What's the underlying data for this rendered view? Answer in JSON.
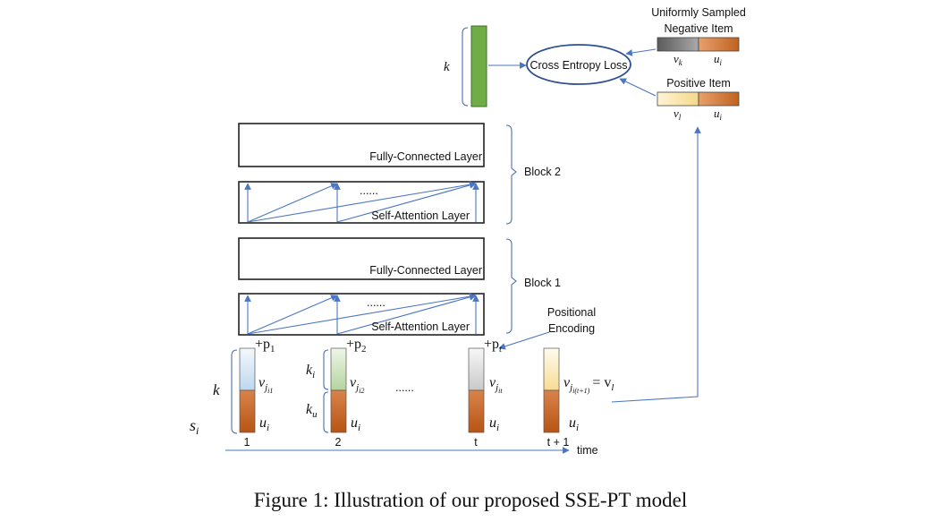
{
  "colors": {
    "arrow": "#4a76c2",
    "green_vector": "#70ad47",
    "user_embedding": "#c55a11",
    "item_blue": "#bdd7ee",
    "item_green": "#c5e0b4",
    "item_gray": "#d9d9d9",
    "item_yellow": "#fff2cc",
    "negative_item": "#7f7f7f"
  },
  "top": {
    "k_label": "k",
    "loss_label": "Cross Entropy Loss",
    "negative": {
      "title_line1": "Uniformly Sampled",
      "title_line2": "Negative Item",
      "v_label": "v",
      "v_sub": "k",
      "u_label": "u",
      "u_sub": "i"
    },
    "positive": {
      "title": "Positive Item",
      "v_label": "v",
      "v_sub": "l",
      "u_label": "u",
      "u_sub": "i"
    }
  },
  "blocks": {
    "block2_label": "Block 2",
    "block1_label": "Block 1",
    "fc_label": "Fully-Connected Layer",
    "sa_label": "Self-Attention Layer",
    "dots": "......"
  },
  "positional": {
    "line1": "Positional",
    "line2": "Encoding",
    "p1": "+p",
    "p1_sub": "1",
    "p2": "+p",
    "p2_sub": "2",
    "pt": "+p",
    "pt_sub": "t"
  },
  "sequence": {
    "s_label": "s",
    "s_sub": "i",
    "k_label": "k",
    "ki_label": "k",
    "ki_sub": "i",
    "ku_label": "k",
    "ku_sub": "u",
    "col1": {
      "v": "v",
      "v_sub": "j",
      "v_subsub": "i1",
      "u": "u",
      "u_sub": "i",
      "time": "1"
    },
    "col2": {
      "v": "v",
      "v_sub": "j",
      "v_subsub": "i2",
      "u": "u",
      "u_sub": "i",
      "time": "2"
    },
    "dots": "......",
    "col3": {
      "v": "v",
      "v_sub": "j",
      "v_subsub": "it",
      "u": "u",
      "u_sub": "i",
      "time": "t"
    },
    "col4": {
      "v": "v",
      "v_sub": "j",
      "v_subsub": "i(t+1)",
      "eq": "= v",
      "eq_sub": "l",
      "u": "u",
      "u_sub": "i",
      "time": "t + 1"
    },
    "time_label": "time"
  },
  "caption": "Figure 1: Illustration of our proposed SSE-PT model"
}
